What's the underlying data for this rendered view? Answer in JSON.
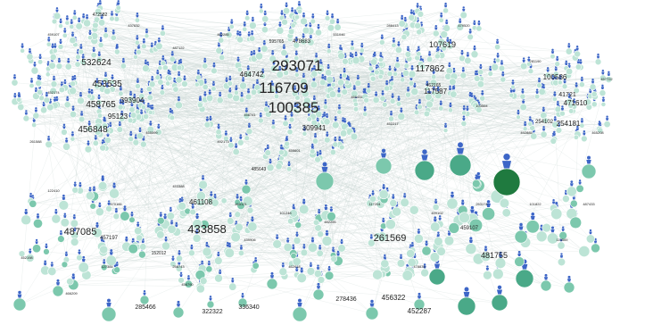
{
  "graph": {
    "type": "network",
    "colors": {
      "background": "#ffffff",
      "edge": "#c9d6d2",
      "person_icon": "#3d66c7",
      "node_light": "#bde4d6",
      "node_mid": "#7cc8ad",
      "node_dark": "#4aa988",
      "node_darkest": "#1f7a3f"
    },
    "icon": "person-icon",
    "major_labels": [
      "293071",
      "116709",
      "100385"
    ],
    "medium_labels": [
      "433858",
      "487085",
      "261569",
      "532624",
      "458765",
      "453535",
      "456848",
      "117862",
      "107619",
      "117587",
      "481755",
      "309941",
      "464742",
      "461108",
      "95123",
      "393904",
      "471610",
      "100586",
      "254181",
      "41721"
    ],
    "small_labels": [
      "285466",
      "322322",
      "336340",
      "278436",
      "456322",
      "452287",
      "459107",
      "457197",
      "478683",
      "595765",
      "254102",
      "485643",
      "152012",
      "462165",
      "472582"
    ],
    "community_labels": [
      "459107",
      "437632",
      "487122",
      "452174",
      "455599",
      "261588",
      "462285",
      "458741",
      "531046",
      "466431",
      "492173",
      "455601",
      "288413",
      "479520",
      "103564",
      "452217",
      "281190",
      "457722",
      "492885",
      "465208",
      "122410",
      "470166",
      "452198",
      "127384",
      "453388",
      "465121",
      "258743",
      "439906",
      "101248",
      "482255",
      "462018",
      "117204",
      "478833",
      "499102",
      "253174",
      "101822",
      "113569",
      "487433",
      "466209",
      "456790"
    ]
  }
}
